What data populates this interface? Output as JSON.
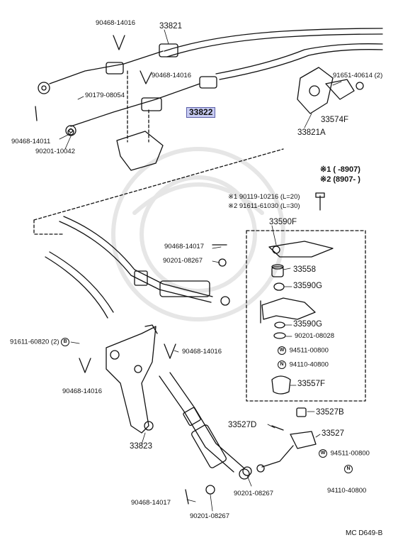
{
  "legend": {
    "line1": "※1 (      -8907)",
    "line2": "※2 (8907-        )"
  },
  "footer": "MC  D649-B",
  "symbols": {
    "b": "B",
    "w": "W",
    "n": "N"
  },
  "labels": {
    "p90468_14016_a": "90468-14016",
    "p33821": "33821",
    "p90468_14016_b": "90468-14016",
    "p91651_40614": "91651-40614 (2)",
    "p90179_08054": "90179-08054",
    "p33822": "33822",
    "p33574F": "33574F",
    "p33821A": "33821A",
    "p90468_14011": "90468-14011",
    "p90201_10042": "90201-10042",
    "p90119": "※1 90119-10216 (L=20)",
    "p91611_61030": "※2 91611-61030 (L=30)",
    "p33590F": "33590F",
    "p90468_14017_a": "90468-14017",
    "p90201_08267_a": "90201-08267",
    "p33558": "33558",
    "p33590G_a": "33590G",
    "p33590G_b": "33590G",
    "p90201_08028": "90201-08028",
    "p91611_60820": "91611-60820 (2)",
    "p90468_14016_c": "90468-14016",
    "p94511_00800_a": "94511-00800",
    "p94110_40800_a": "94110-40800",
    "p90468_14016_d": "90468-14016",
    "p33557F": "33557F",
    "p33823": "33823",
    "p33527B": "33527B",
    "p33527D": "33527D",
    "p33527": "33527",
    "p94511_00800_b": "94511-00800",
    "p94110_40800_b": "94110-40800",
    "p90201_08267_b": "90201-08267",
    "p90468_14017_b": "90468-14017",
    "p90201_08267_c": "90201-08267"
  }
}
